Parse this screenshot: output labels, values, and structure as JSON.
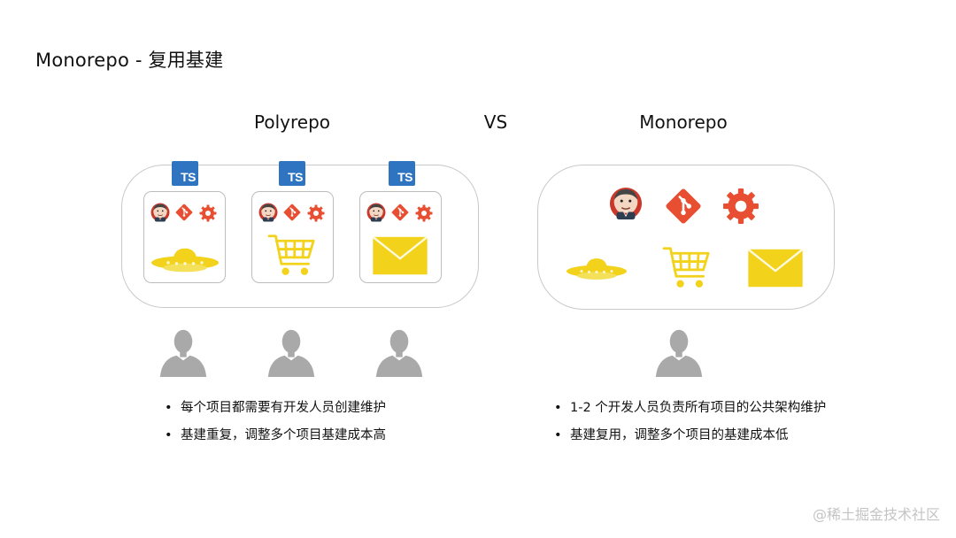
{
  "title": "Monorepo - 复用基建",
  "headings": {
    "polyrepo": "Polyrepo",
    "vs": "VS",
    "monorepo": "Monorepo"
  },
  "badges": {
    "ts_label": "TS"
  },
  "icons": {
    "ci": "jenkins-icon",
    "vcs": "git-icon",
    "config": "gear-icon",
    "project_1": "ufo-icon",
    "project_2": "shopping-cart-icon",
    "project_3": "envelope-icon",
    "developer": "person-icon"
  },
  "colors": {
    "ts_badge": "#2f74c0",
    "git": "#e84e31",
    "gear": "#e84e31",
    "project_yellow": "#f2d21b",
    "person": "#a9a9a9",
    "border": "#c9c9c9"
  },
  "polyrepo": {
    "bullets": [
      "每个项目都需要有开发人员创建维护",
      "基建重复，调整多个项目基建成本高"
    ]
  },
  "monorepo": {
    "bullets": [
      "1-2 个开发人员负责所有项目的公共架构维护",
      "基建复用，调整多个项目的基建成本低"
    ]
  },
  "watermark": "@稀土掘金技术社区"
}
